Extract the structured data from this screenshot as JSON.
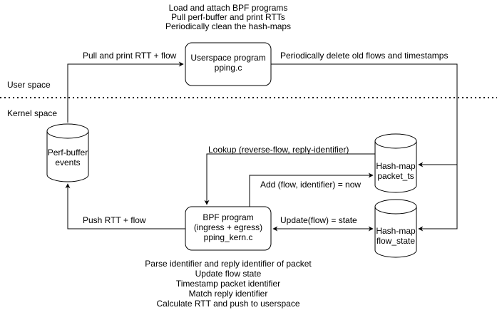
{
  "top_notes": [
    "Load and attach BPF programs",
    "Pull perf-buffer and print RTTs",
    "Periodically clean the hash-maps"
  ],
  "regions": {
    "user": "User space",
    "kernel": "Kernel space"
  },
  "nodes": {
    "userspace": "Userspace program\npping.c",
    "perf": "Perf-buffer\nevents",
    "bpf": "BPF program\n(ingress + egress)\npping_kern.c",
    "packet_ts": "Hash-map\npacket_ts",
    "flow_state": "Hash-map\nflow_state"
  },
  "edges": {
    "pull": "Pull and print RTT + flow",
    "delete": "Periodically delete old flows and timestamps",
    "lookup": "Lookup (reverse-flow, reply-identifier)",
    "add": "Add (flow, identifier) = now",
    "push": "Push RTT + flow",
    "update": "Update(flow) = state"
  },
  "bottom_notes": [
    "Parse identifier and reply identifier of packet",
    "Update flow state",
    "Timestamp packet identifier",
    "Match reply identifier",
    "Calculate RTT and push to userspace"
  ]
}
